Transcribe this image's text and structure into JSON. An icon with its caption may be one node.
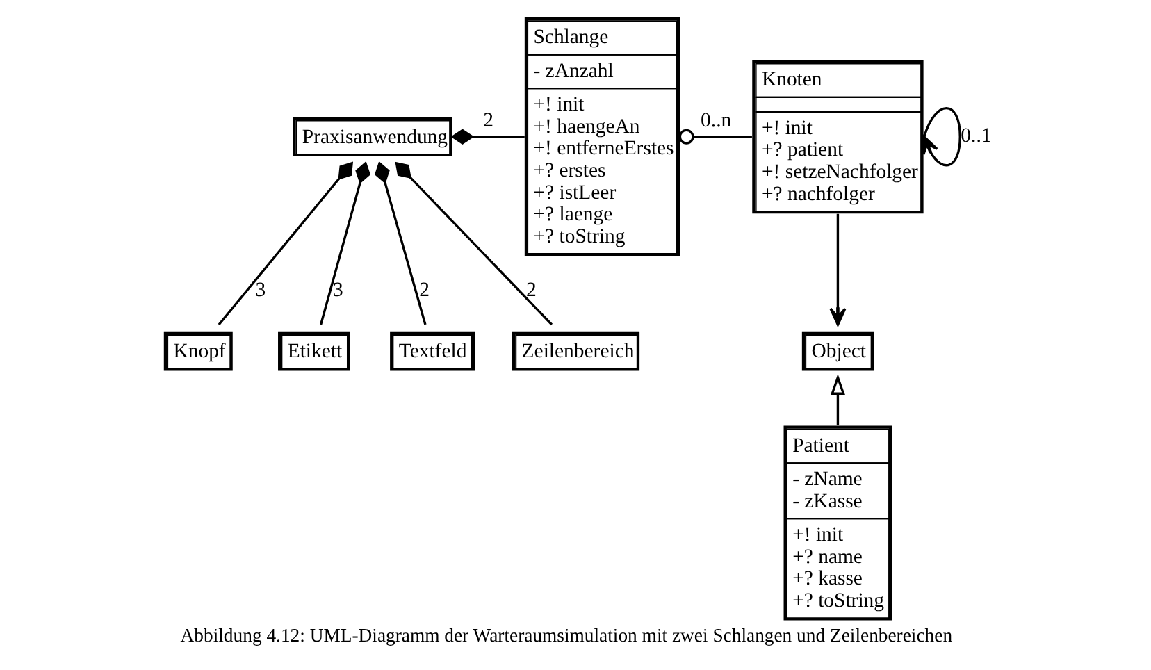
{
  "diagram": {
    "caption": "Abbildung 4.12: UML-Diagramm der Warteraumsimulation mit zwei Schlangen und Zeilenbereichen",
    "nodes": [
      {
        "text": [
          "Praxisanwendung"
        ]
      },
      {
        "text": [
          "Knopf"
        ]
      },
      {
        "text": [
          "Etikett"
        ]
      },
      {
        "text": [
          "Textfeld"
        ]
      },
      {
        "text": [
          "Zeilenbereich"
        ]
      },
      {
        "text": [
          "Schlange",
          "- zAnzahl",
          "+! init +! haengeAn +! entferneErstes +? erstes +? istLeer +? laenge +? toString"
        ]
      },
      {
        "text": [
          "Knoten",
          "+! init +? patient +! setzeNachfolger +? nachfolger"
        ]
      },
      {
        "text": [
          "Object"
        ]
      },
      {
        "text": [
          "Patient",
          "- zName - zKasse",
          "+! init +? name +? kasse +? toString"
        ]
      }
    ],
    "edges": [
      {
        "from": 0,
        "to": 5,
        "arrow": "other",
        "label": "2"
      },
      {
        "from": 0,
        "to": 1,
        "arrow": "other",
        "label": "3"
      },
      {
        "from": 0,
        "to": 2,
        "arrow": "other",
        "label": "3"
      },
      {
        "from": 0,
        "to": 3,
        "arrow": "other",
        "label": "2"
      },
      {
        "from": 0,
        "to": 4,
        "arrow": "other",
        "label": "2"
      },
      {
        "from": 5,
        "to": 6,
        "arrow": "other",
        "label": "0..n"
      },
      {
        "from": 6,
        "to": 6,
        "arrow": "to",
        "label": "0..1"
      },
      {
        "from": 6,
        "to": 7,
        "arrow": "to"
      },
      {
        "from": 8,
        "to": 7,
        "arrow": "to"
      }
    ]
  }
}
